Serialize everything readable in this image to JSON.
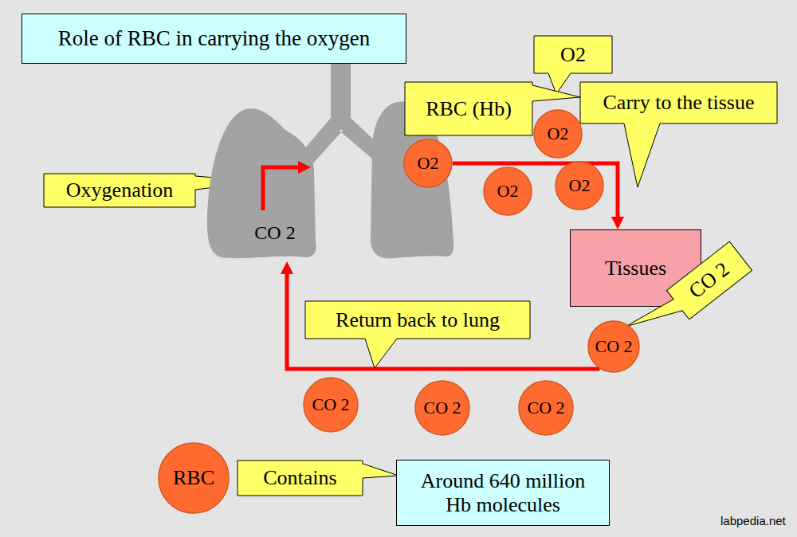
{
  "diagram": {
    "title": "Role of RBC in carrying the oxygen",
    "nodes": [
      {
        "text": [
          "O2"
        ]
      },
      {
        "text": [
          "RBC (Hb)"
        ]
      },
      {
        "text": [
          "Carry to the tissue"
        ]
      },
      {
        "text": [
          "O2"
        ]
      },
      {
        "text": [
          "O2"
        ]
      },
      {
        "text": [
          "Oxygenation"
        ]
      },
      {
        "text": [
          "O2"
        ]
      },
      {
        "text": [
          "O2"
        ]
      },
      {
        "text": [
          "CO 2"
        ]
      },
      {
        "text": [
          "Tissues"
        ]
      },
      {
        "text": [
          "CO 2"
        ]
      },
      {
        "text": [
          "Return back to lung"
        ]
      },
      {
        "text": [
          "CO 2"
        ]
      },
      {
        "text": [
          "CO 2"
        ]
      },
      {
        "text": [
          "CO 2"
        ]
      },
      {
        "text": [
          "CO 2"
        ]
      },
      {
        "text": [
          "RBC"
        ]
      },
      {
        "text": [
          "Contains"
        ]
      },
      {
        "text": [
          "Around 640 million Hb molecules"
        ]
      }
    ],
    "edges": [
      {
        "from": 4,
        "to": 9,
        "arrow": "to"
      },
      {
        "from": 12,
        "to": 8,
        "arrow": "to"
      }
    ],
    "labels": [
      "labpedia.net"
    ]
  }
}
